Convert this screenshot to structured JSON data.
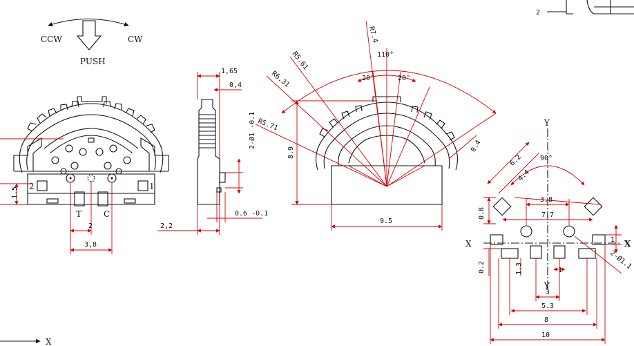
{
  "labels": {
    "ccw": "CCW",
    "cw": "CW",
    "push": "PUSH",
    "t": "T",
    "c": "C",
    "pin1": "1",
    "pin2": "2",
    "x_axis": "X",
    "y_axis": "Y",
    "x_axis_bottom": "X"
  },
  "front_view": {
    "dim_pin_gap": "2",
    "dim_pin_span": "3,8",
    "dim_height": "1.5"
  },
  "side_view": {
    "dim_top_width": "1,65",
    "dim_top_inset": "0,4",
    "dim_hole": "2-Ø1 -0.1",
    "dim_base": "2,2",
    "dim_tab": "0.6 -0.1"
  },
  "knob_view": {
    "r1": "R7.4",
    "r2": "R5.61",
    "r3": "R6.31",
    "r4": "R5.71",
    "angle_total": "110°",
    "angle_left": "20°",
    "angle_right": "20°",
    "dim_height": "8.9",
    "dim_width": "9.5",
    "dim_tooth": "0.4"
  },
  "footprint": {
    "angle": "90°",
    "dim_diag_a": "6.2",
    "dim_diag_b": "4.4",
    "dim_38": "3.8",
    "dim_77": "7.7",
    "dim_08": "0.8",
    "dim_02": "0.2",
    "dim_13": "1.3",
    "dim_1_right": "1",
    "dim_1_low": "1",
    "dim_3": "3",
    "dim_53": "5.3",
    "dim_8": "8",
    "dim_10": "10",
    "dim_hole": "2-Ø1.1"
  },
  "top_right_callout": "2"
}
